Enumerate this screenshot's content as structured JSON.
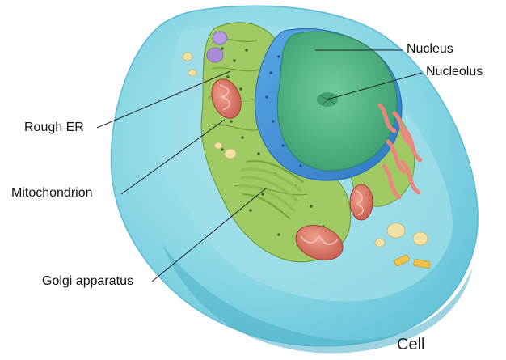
{
  "labels": {
    "nucleus": "Nucleus",
    "nucleolus": "Nucleolus",
    "rough_er": "Rough ER",
    "mitochondrion": "Mitochondrion",
    "golgi": "Golgi apparatus"
  },
  "caption": "Cell",
  "colors": {
    "cytoplasm": "#7fd3e0",
    "nucleus": "#4fb686",
    "nuclear_envelope": "#3d8fd4",
    "rough_er": "#9fca63",
    "mitochondrion": "#d9735f",
    "golgi": "#a7cf6d"
  }
}
